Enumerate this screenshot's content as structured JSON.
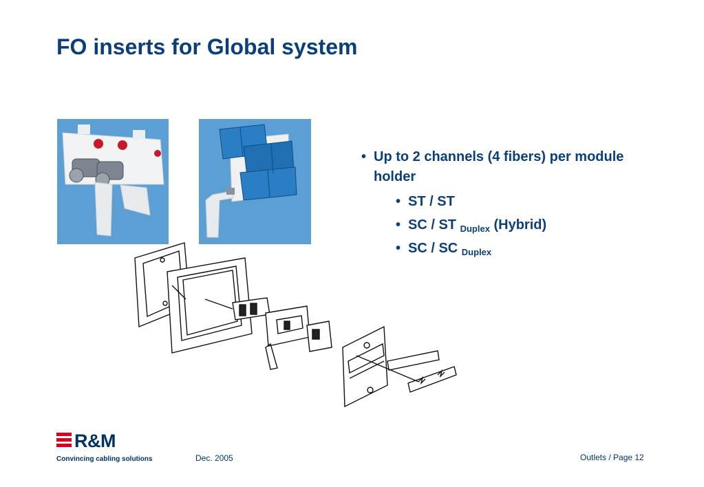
{
  "slide": {
    "title": "FO inserts for Global system"
  },
  "bullets": {
    "main": "Up to 2 channels (4 fibers) per module holder",
    "items": [
      {
        "text": "ST / ST",
        "sub": "",
        "suffix": ""
      },
      {
        "text": "SC / ST ",
        "sub": "Duplex",
        "suffix": " (Hybrid)"
      },
      {
        "text": "SC / SC ",
        "sub": "Duplex",
        "suffix": ""
      }
    ]
  },
  "logo": {
    "name": "R&M",
    "tagline": "Convincing cabling solutions"
  },
  "footer": {
    "date": "Dec. 2005",
    "page": "Outlets / Page 12"
  },
  "colors": {
    "title": "#0b3f7a",
    "photo_background": "#5b9fd4",
    "logo_red": "#d8001e",
    "connector_blue": "#1f6fb2"
  }
}
